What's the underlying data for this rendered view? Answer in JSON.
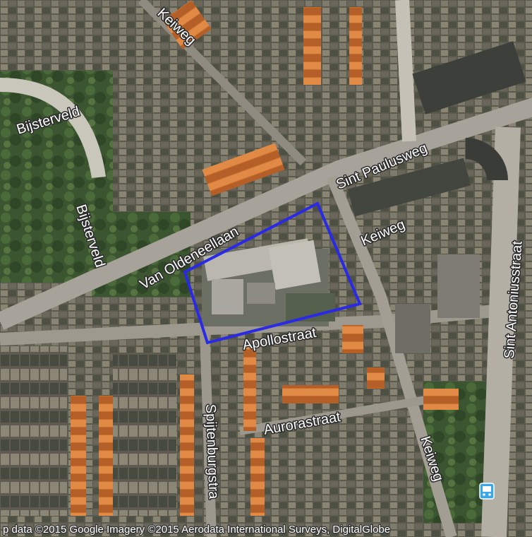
{
  "map": {
    "view": "satellite",
    "colors": {
      "highlight": "#2a2ae6",
      "transit": "#3aa7e8",
      "roof_orange": "#d97b34",
      "road": "#a8a39a",
      "vegetation": "#3d5a2e"
    },
    "highlighted_area": {
      "name": "",
      "outline_color": "#2a2ae6"
    },
    "labels": [
      {
        "id": "keiweg-top",
        "text": "Keiweg"
      },
      {
        "id": "bijsterveld-1",
        "text": "Bijsterveld"
      },
      {
        "id": "bijsterveld-2",
        "text": "Bijsterveld"
      },
      {
        "id": "sint-paulusweg",
        "text": "Sint Paulusweg"
      },
      {
        "id": "keiweg-mid",
        "text": "Keiweg"
      },
      {
        "id": "van-oldeneellaan",
        "text": "Van Oldeneellaan"
      },
      {
        "id": "sint-antoniusstraat",
        "text": "Sint Antoniusstraat"
      },
      {
        "id": "apollostraat",
        "text": "Apollostraat"
      },
      {
        "id": "aurorastraat",
        "text": "Aurorastraat"
      },
      {
        "id": "spijtenburgstraat",
        "text": "Spijtenburgstra"
      },
      {
        "id": "keiweg-bottom",
        "text": "Keiweg"
      }
    ],
    "transit_icon": "bus-stop-icon",
    "attribution": "p data ©2015 Google  Imagery ©2015  Aerodata International Surveys, DigitalGlobe"
  }
}
